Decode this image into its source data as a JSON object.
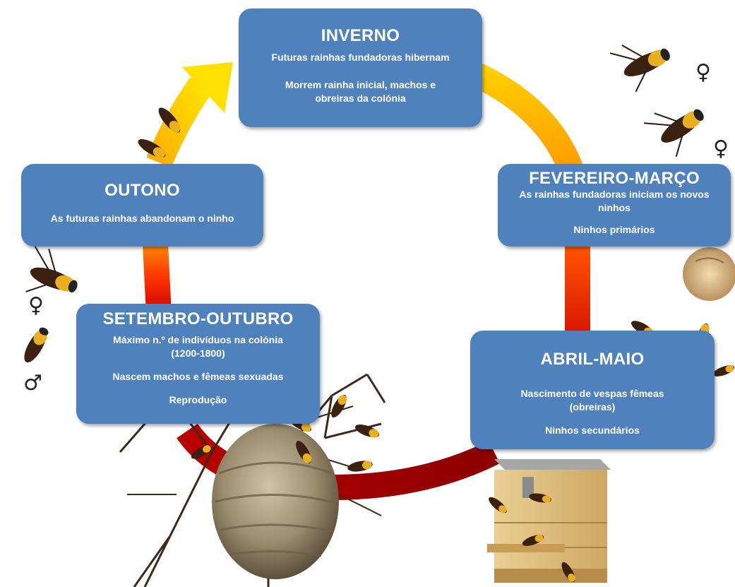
{
  "stages": {
    "inverno": {
      "title": "INVERNO",
      "lines": [
        "Futuras rainhas fundadoras hibernam",
        "Morrem rainha inicial, machos e",
        "obreiras da colónia"
      ]
    },
    "fevereiro_marco": {
      "title": "FEVEREIRO-MARÇO",
      "lines": [
        "As rainhas fundadoras iniciam os novos",
        "ninhos",
        "Ninhos primários"
      ]
    },
    "abril_maio": {
      "title": "ABRIL-MAIO",
      "lines": [
        "Nascimento de vespas fêmeas",
        "(obreiras)",
        "Ninhos secundários"
      ]
    },
    "setembro_outubro": {
      "title": "SETEMBRO-OUTUBRO",
      "lines": [
        "Máximo n.º de indivíduos na colónia",
        "(1200-1800)",
        "Nascem machos e fêmeas sexuadas",
        "Reprodução"
      ]
    },
    "outono": {
      "title": "OUTONO",
      "lines": [
        "As futuras rainhas abandonam o ninho"
      ]
    }
  },
  "symbols": {
    "female": "♀",
    "male": "♂"
  },
  "colors": {
    "box_fill": "#4f81bd",
    "arrow_light": "#ffd000",
    "arrow_mid": "#ff7a00",
    "arrow_dark": "#a80000"
  }
}
